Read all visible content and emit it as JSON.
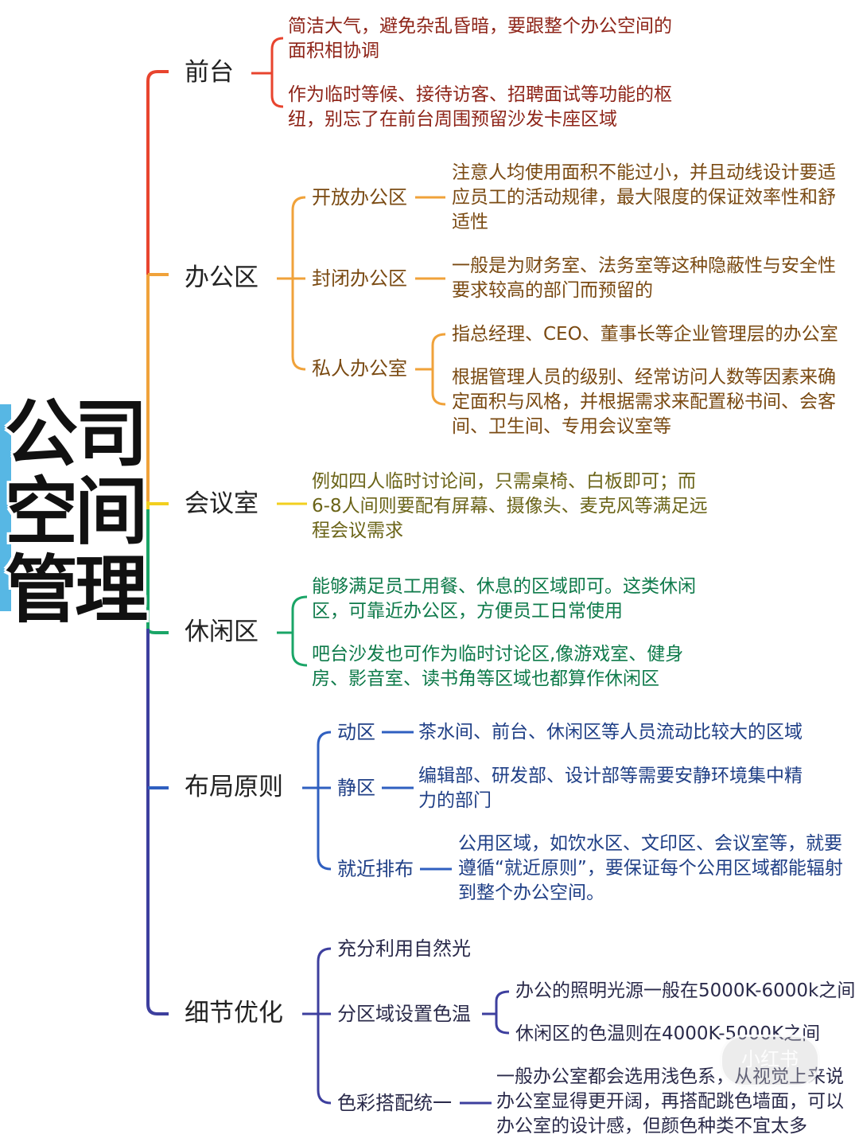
{
  "title": [
    "公司",
    "空间",
    "管理"
  ],
  "branches": {
    "reception": {
      "label": "前台",
      "notes": [
        [
          "简洁大气，避免杂乱昏暗，要跟整个办公空间的",
          "面积相协调"
        ],
        [
          "作为临时等候、接待访客、招聘面试等功能的枢",
          "纽，别忘了在前台周围预留沙发卡座区域"
        ]
      ]
    },
    "office": {
      "label": "办公区",
      "open": {
        "label": "开放办公区",
        "note": [
          "注意人均使用面积不能过小，并且动线设计要适",
          "应员工的活动规律，最大限度的保证效率性和舒",
          "适性"
        ]
      },
      "closed": {
        "label": "封闭办公区",
        "note": [
          "一般是为财务室、法务室等这种隐蔽性与安全性",
          "要求较高的部门而预留的"
        ]
      },
      "private": {
        "label": "私人办公室",
        "notes": [
          [
            "指总经理、CEO、董事长等企业管理层的办公室"
          ],
          [
            "根据管理人员的级别、经常访问人数等因素来确",
            "定面积与风格，并根据需求来配置秘书间、会客",
            "间、卫生间、专用会议室等"
          ]
        ]
      }
    },
    "meeting": {
      "label": "会议室",
      "note": [
        "例如四人临时讨论间，只需桌椅、白板即可；而",
        "6-8人间则要配有屏幕、摄像头、麦克风等满足远",
        "程会议需求"
      ]
    },
    "leisure": {
      "label": "休闲区",
      "notes": [
        [
          "能够满足员工用餐、休息的区域即可。这类休闲",
          "区，可靠近办公区，方便员工日常使用"
        ],
        [
          "吧台沙发也可作为临时讨论区,像游戏室、健身",
          "房、影音室、读书角等区域也都算作休闲区"
        ]
      ]
    },
    "layout": {
      "label": "布局原则",
      "dynamic": {
        "label": "动区",
        "note": [
          "茶水间、前台、休闲区等人员流动比较大的区域"
        ]
      },
      "quiet": {
        "label": "静区",
        "note": [
          "编辑部、研发部、设计部等需要安静环境集中精",
          "力的部门"
        ]
      },
      "nearby": {
        "label": "就近排布",
        "note": [
          "公用区域，如饮水区、文印区、会议室等，就要",
          "遵循“就近原则”，要保证每个公用区域都能辐射",
          "到整个办公空间。"
        ]
      }
    },
    "detail": {
      "label": "细节优化",
      "light": {
        "label": "充分利用自然光"
      },
      "temp": {
        "label": "分区域设置色温",
        "notes": [
          [
            "办公的照明光源一般在5000K-6000k之间"
          ],
          [
            "休闲区的色温则在4000K-5000K之间"
          ]
        ]
      },
      "color": {
        "label": "色彩搭配统一",
        "note": [
          "一般办公室都会选用浅色系，从视觉上来说",
          "办公室显得更开阔，再搭配跳色墙面，可以",
          "办公室的设计感，但颜色种类不宜太多"
        ]
      }
    }
  },
  "watermark": "小红书",
  "colors": {
    "red": "#e8442e",
    "orange": "#f0a23a",
    "yellow": "#f2cf1f",
    "green": "#1aa567",
    "blue": "#2f5fc0",
    "navy": "#3d3f9e"
  }
}
